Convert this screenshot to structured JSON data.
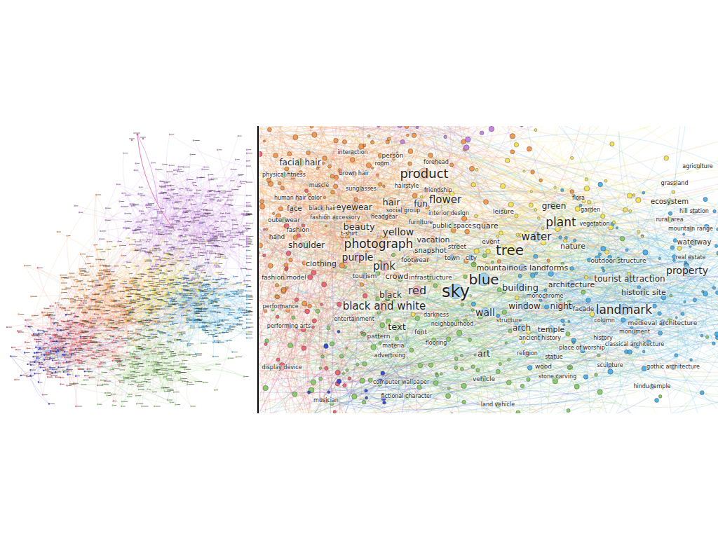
{
  "diagram": {
    "labels": [
      "facial hair",
      "person",
      "interaction",
      "room",
      "forehead",
      "product",
      "physical fitness",
      "brown hair",
      "hairstyle",
      "sunglasses",
      "muscle",
      "friendship",
      "human hair color",
      "flower",
      "fun",
      "hair",
      "eyewear",
      "face",
      "black hair",
      "outerwear",
      "fashion accessory",
      "social group",
      "headgear",
      "interior design",
      "beauty",
      "furniture",
      "fashion",
      "hand",
      "yellow",
      "t-shirt",
      "photograph",
      "public space",
      "vacation",
      "square",
      "leisure",
      "shoulder",
      "snapshot",
      "street",
      "event",
      "tree",
      "water",
      "plant",
      "green",
      "flora",
      "garden",
      "vegetation",
      "nature",
      "purple",
      "clothing",
      "pink",
      "footwear",
      "town",
      "city",
      "mountainous landforms",
      "outdoor structure",
      "crowd",
      "tourism",
      "infrastructure",
      "fashion model",
      "blue",
      "sky",
      "red",
      "building",
      "architecture",
      "tourist attraction",
      "property",
      "real estate",
      "historic site",
      "black",
      "black and white",
      "monochrome",
      "window",
      "night",
      "facade",
      "landmark",
      "wall",
      "darkness",
      "entertainment",
      "column",
      "medieval architecture",
      "structure",
      "neighbourhood",
      "text",
      "arch",
      "temple",
      "monument",
      "font",
      "pattern",
      "ancient history",
      "history",
      "flooring",
      "classical architecture",
      "place of worship",
      "material",
      "art",
      "religion",
      "statue",
      "advertising",
      "wood",
      "sculpture",
      "gothic architecture",
      "stone carving",
      "vehicle",
      "computer wallpaper",
      "hindu temple",
      "fictional character",
      "land vehicle",
      "musician",
      "display device",
      "performance",
      "performing arts",
      "ecosystem",
      "agriculture",
      "grassland",
      "hill station",
      "rural area",
      "mountain range",
      "waterway"
    ]
  }
}
